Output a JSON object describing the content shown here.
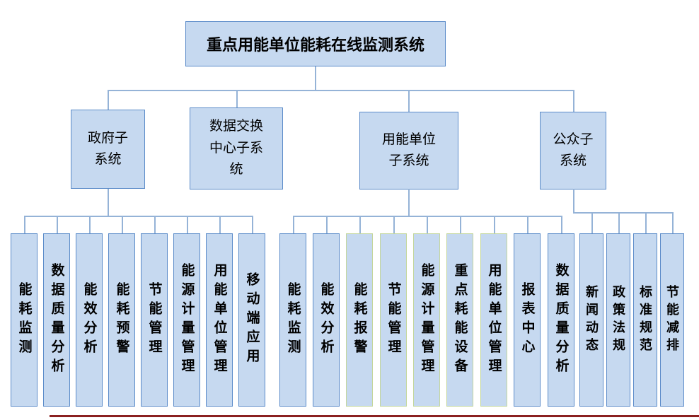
{
  "title": "重点用能单位能耗在线监测系统",
  "subsystems": [
    {
      "label": "政府子\n系统",
      "children": [
        "能耗监测",
        "数据质量分析",
        "能效分析",
        "能耗预警",
        "节能管理",
        "能源计量管理",
        "用能单位管理",
        "移动端应用"
      ]
    },
    {
      "label": "数据交换\n中心子系\n统",
      "children": []
    },
    {
      "label": "用能单位\n子系统",
      "children": [
        "能耗监测",
        "能效分析",
        "能耗报警",
        "节能管理",
        "能源计量管理",
        "重点耗能设备",
        "用能单位管理",
        "报表中心",
        "数据质量分析"
      ]
    },
    {
      "label": "公众子\n系统",
      "children": [
        "新闻动态",
        "政策法规",
        "标准规范",
        "节能减排"
      ]
    }
  ],
  "colors": {
    "box_fill": "#c6d9f0",
    "box_border_blue": "#5b8bc9",
    "box_border_green": "#c3d69b",
    "connector": "#95b3d7",
    "footer_line": "#8b2020"
  }
}
